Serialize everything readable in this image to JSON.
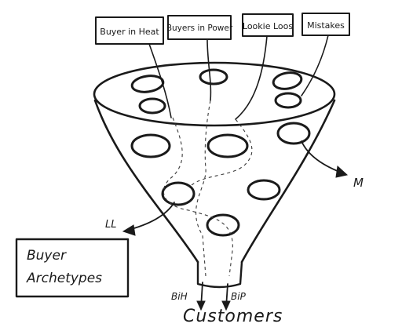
{
  "labels": {
    "buyer_in_heat": "Buyer in Heat",
    "buyers_in_power": "Buyers in Power",
    "lookie_loos": "Lookie Loos",
    "mistakes": "Mistakes"
  },
  "outputs": {
    "mistakes_short": "M",
    "lookie_loos_short": "LL",
    "buyer_in_heat_short": "BiH",
    "buyers_in_power_short": "BiP",
    "customers": "Customers"
  },
  "legend_box": {
    "line1": "Buyer",
    "line2": "Archetypes"
  }
}
